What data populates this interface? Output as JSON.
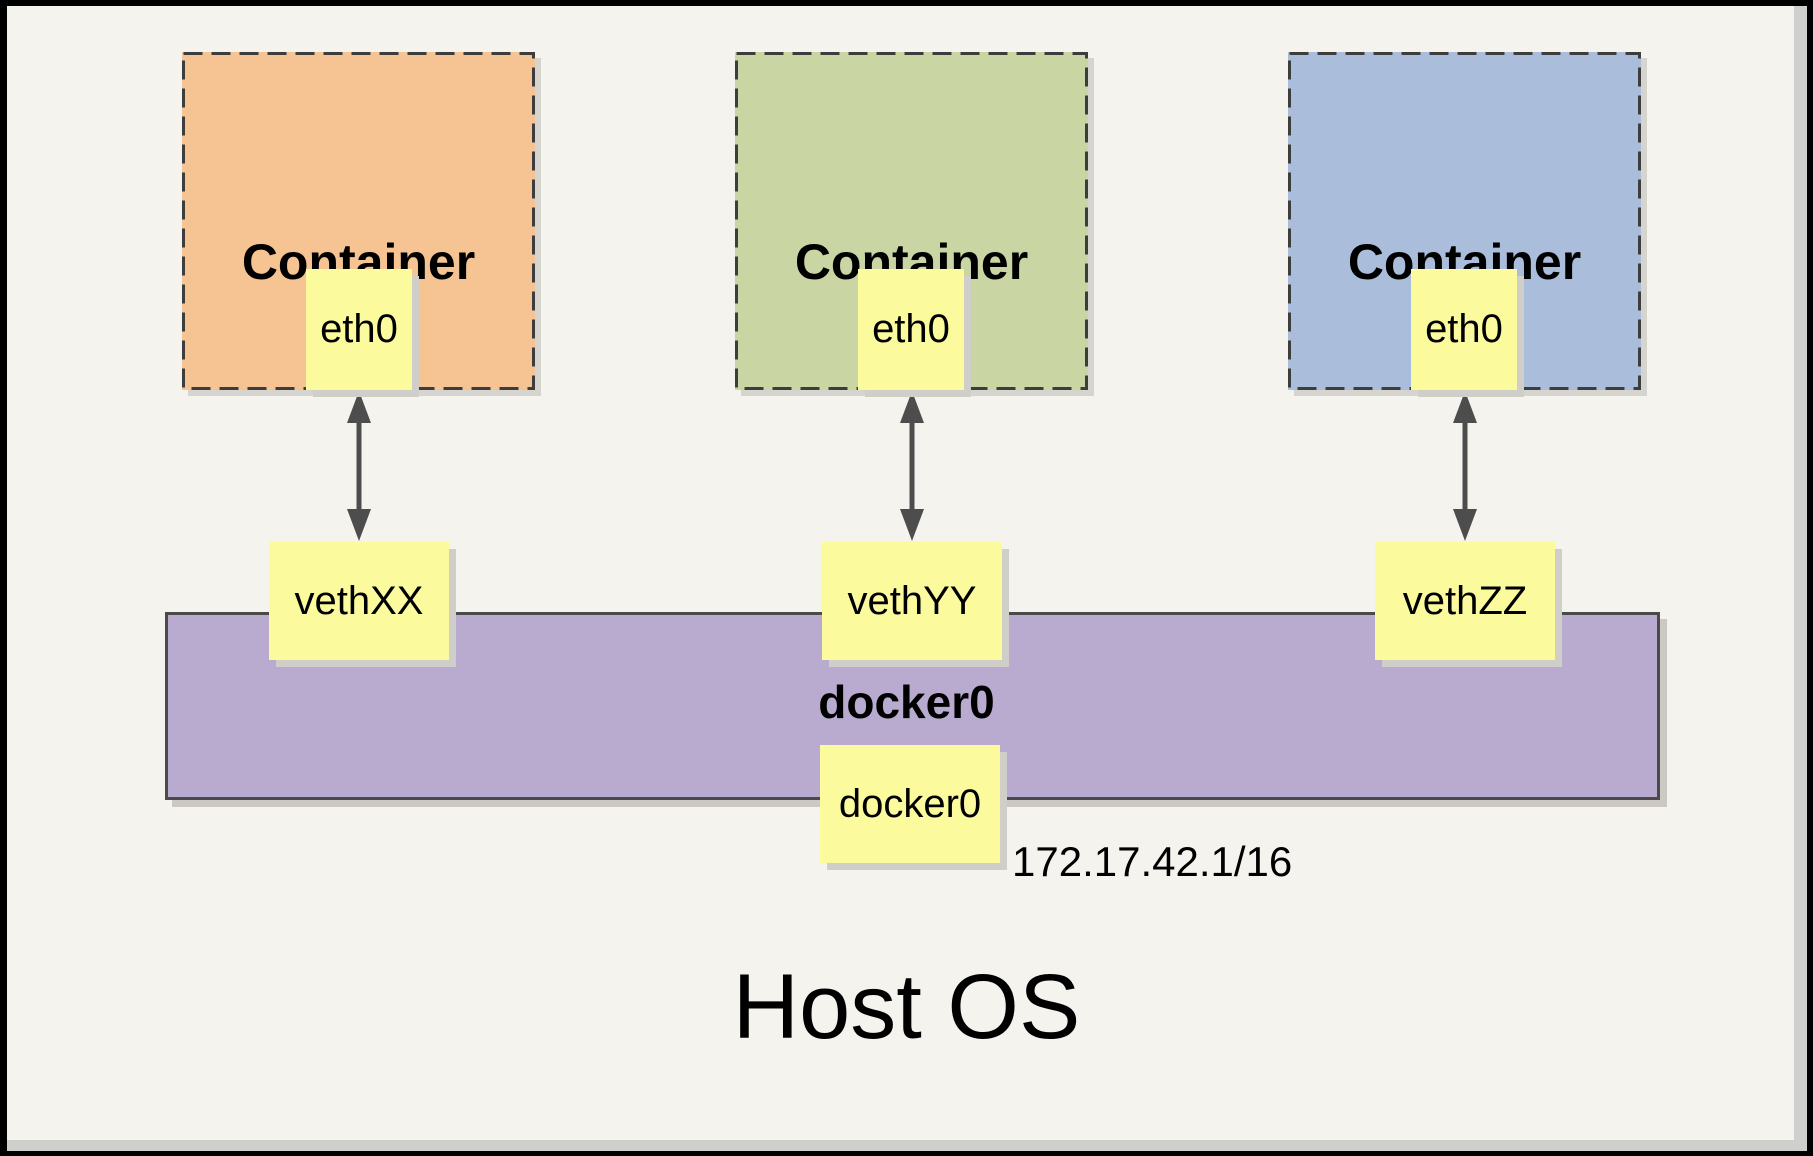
{
  "containers": [
    {
      "label": "Container",
      "interface_label": "eth0",
      "veth_label": "vethXX",
      "fill": "#f6c492"
    },
    {
      "label": "Container",
      "interface_label": "eth0",
      "veth_label": "vethYY",
      "fill": "#c9d6a4"
    },
    {
      "label": "Container",
      "interface_label": "eth0",
      "veth_label": "vethZZ",
      "fill": "#aabedc"
    }
  ],
  "bridge": {
    "label": "docker0",
    "interface_label": "docker0",
    "ip": "172.17.42.1/16",
    "fill": "#b9abd0"
  },
  "host": {
    "label": "Host OS"
  },
  "colors": {
    "background": "#f5f3ee",
    "note_fill": "#fbfb9e",
    "dashed_border": "#3d3d3d",
    "bar_border": "#4a4a4a",
    "arrow": "#4d4d4d",
    "frame": "#000000"
  }
}
